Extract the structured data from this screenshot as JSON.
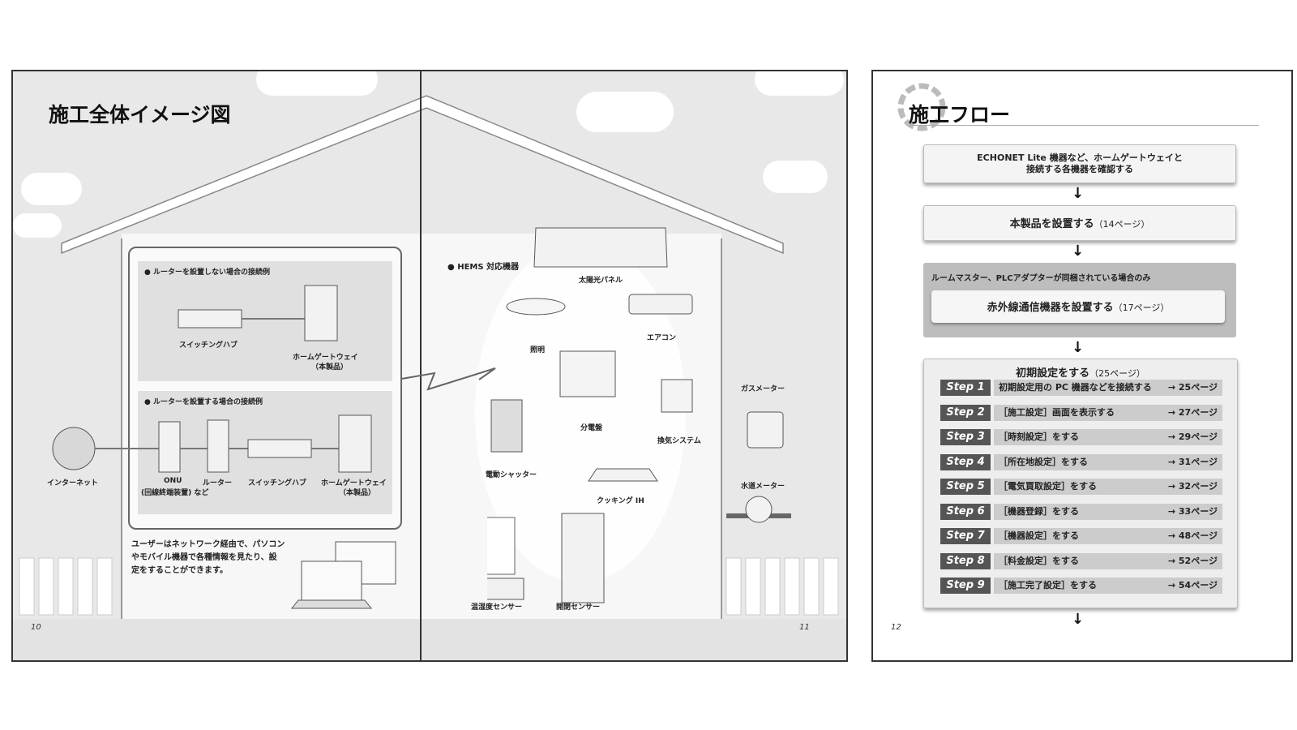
{
  "left_spread": {
    "title": "施工全体イメージ図",
    "example_no_router": "● ルーターを設置しない場合の接続例",
    "example_with_router": "● ルーターを設置する場合の接続例",
    "labels": {
      "switching_hub": "スイッチングハブ",
      "home_gateway": "ホームゲートウェイ",
      "this_product": "（本製品）",
      "internet": "インターネット",
      "onu": "ONU",
      "onu_note": "(回線終端装置) など",
      "router": "ルーター",
      "hems": "● HEMS 対応機器",
      "solar_panel": "太陽光パネル",
      "aircon": "エアコン",
      "lighting": "照明",
      "distribution_board": "分電盤",
      "ventilation": "換気システム",
      "electric_shutter": "電動シャッター",
      "cooking": "クッキング IH",
      "temp_humidity_sensor": "温湿度センサー",
      "door_sensor": "開閉センサー",
      "gas_meter": "ガスメーター",
      "water_meter": "水道メーター"
    },
    "user_note_lines": [
      "ユーザーはネットワーク経由で、パソコン",
      "やモバイル機器で各種情報を見たり、設",
      "定をすることができます。"
    ],
    "page_left": "10",
    "page_right": "11"
  },
  "flow_page": {
    "title": "施工フロー",
    "box1_lines": [
      "ECHONET Lite 機器など、ホームゲートウェイと",
      "接続する各機器を確認する"
    ],
    "box2_main": "本製品を設置する",
    "box2_page": "（14ページ）",
    "conditional_header": "ルームマスター、PLCアダプターが同梱されている場合のみ",
    "box3_main": "赤外線通信機器を設置する",
    "box3_page": "（17ページ）",
    "initial_main": "初期設定をする",
    "initial_page": "（25ページ）",
    "arrow_glyph": "↓",
    "steps": [
      {
        "label": "Step 1",
        "text": "初期設定用の PC 機器などを接続する",
        "page": "→ 25ページ"
      },
      {
        "label": "Step 2",
        "text": "［施工設定］画面を表示する",
        "page": "→ 27ページ"
      },
      {
        "label": "Step 3",
        "text": "［時刻設定］をする",
        "page": "→ 29ページ"
      },
      {
        "label": "Step 4",
        "text": "［所在地設定］をする",
        "page": "→ 31ページ"
      },
      {
        "label": "Step 5",
        "text": "［電気買取設定］をする",
        "page": "→ 32ページ"
      },
      {
        "label": "Step 6",
        "text": "［機器登録］をする",
        "page": "→ 33ページ"
      },
      {
        "label": "Step 7",
        "text": "［機器設定］をする",
        "page": "→ 48ページ"
      },
      {
        "label": "Step 8",
        "text": "［料金設定］をする",
        "page": "→ 52ページ"
      },
      {
        "label": "Step 9",
        "text": "［施工完了設定］をする",
        "page": "→ 54ページ"
      }
    ],
    "page_number": "12"
  },
  "colors": {
    "page_bg": "#e8e8e8",
    "step_label": "#555555",
    "step_row": "#cccccc",
    "frame": "#333333"
  }
}
